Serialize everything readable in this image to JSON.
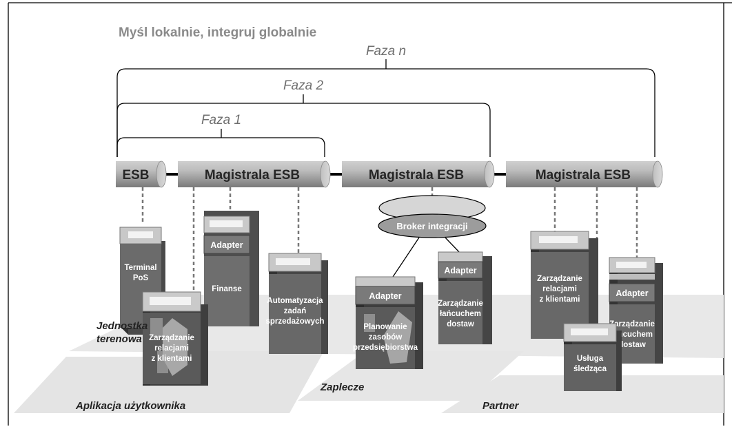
{
  "title": "Myśl lokalnie, integruj globalnie",
  "phases": [
    "Faza n",
    "Faza 2",
    "Faza 1"
  ],
  "buses": [
    "ESB",
    "Magistrala ESB",
    "Magistrala ESB",
    "Magistrala ESB"
  ],
  "broker": "Broker integracji",
  "adapter_label": "Adapter",
  "systems": {
    "terminal": [
      "Terminal",
      "PoS"
    ],
    "finanse": [
      "Finanse"
    ],
    "crm_field": [
      "Zarządzanie",
      "relacjami",
      "z klientami"
    ],
    "sales": [
      "Automatyzacja",
      "zadań",
      "sprzedażowych"
    ],
    "erp": [
      "Planowanie",
      "zasobów",
      "przedsiębiorstwa"
    ],
    "scm_back": [
      "Zarządzanie",
      "łańcuchem",
      "dostaw"
    ],
    "crm_partner": [
      "Zarządzanie",
      "relacjami",
      "z klientami"
    ],
    "tracking": [
      "Usługa",
      "śledząca"
    ],
    "scm_partner": [
      "Zarządzanie",
      "łańcuchem",
      "dostaw"
    ]
  },
  "zones": {
    "field": [
      "Jednostka",
      "terenowa"
    ],
    "user_app": "Aplikacja użytkownika",
    "back_office": "Zaplecze",
    "partner": "Partner"
  }
}
